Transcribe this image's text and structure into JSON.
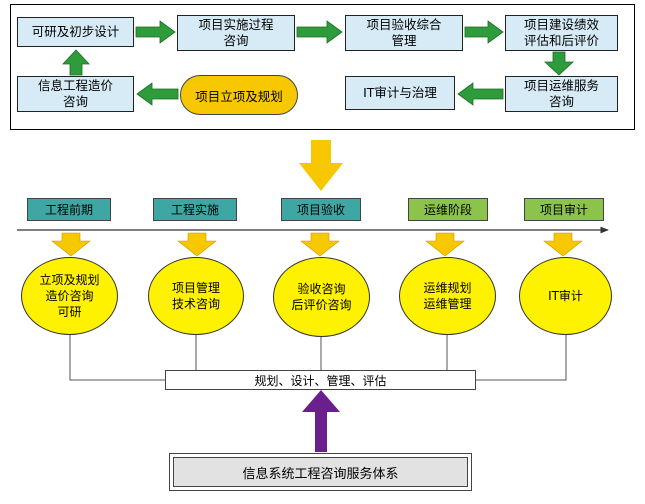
{
  "process": {
    "feasibility": "可研及初步设计",
    "implementation_line1": "项目实施过程",
    "implementation_line2": "咨询",
    "acceptance_line1": "项目验收综合",
    "acceptance_line2": "管理",
    "evaluation_line1": "项目建设绩效",
    "evaluation_line2": "评估和后评价",
    "cost_line1": "信息工程造价",
    "cost_line2": "咨询",
    "initiation": "项目立项及规划",
    "it_audit": "IT审计与治理",
    "ops_line1": "项目运维服务",
    "ops_line2": "咨询"
  },
  "phases": [
    {
      "label": "工程前期",
      "color": "#3fa7a3"
    },
    {
      "label": "工程实施",
      "color": "#3fa7a3"
    },
    {
      "label": "项目验收",
      "color": "#3fa7a3"
    },
    {
      "label": "运维阶段",
      "color": "#8cc34a"
    },
    {
      "label": "项目审计",
      "color": "#8cc34a"
    }
  ],
  "circles": [
    {
      "line1": "立项及规划",
      "line2": "造价咨询",
      "line3": "可研"
    },
    {
      "line1": "项目管理",
      "line2": "技术咨询"
    },
    {
      "line1": "验收咨询",
      "line2": "后评价咨询"
    },
    {
      "line1": "运维规划",
      "line2": "运维管理"
    },
    {
      "line1": "IT审计"
    }
  ],
  "services_bar": "规划、设计、管理、评估",
  "foundation": "信息系统工程咨询服务体系",
  "colors": {
    "process_box": "#d7ebf7",
    "green_arrow": "#2e9c3a",
    "gold": "#f7c800",
    "circle_yellow": "#fff200",
    "purple_arrow": "#6b1f8c"
  }
}
